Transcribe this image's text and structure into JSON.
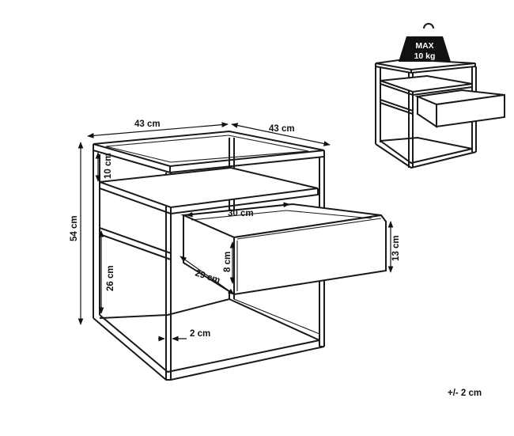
{
  "dimensions": {
    "width_left": "43 cm",
    "width_right": "43 cm",
    "height_total": "54 cm",
    "shelf_gap": "10 cm",
    "lower_height": "26 cm",
    "leg_width": "2 cm",
    "drawer_width": "30 cm",
    "drawer_depth": "29 cm",
    "drawer_inner_height": "8 cm",
    "drawer_front_height": "13 cm"
  },
  "weight": {
    "line1": "MAX",
    "line2": "10 kg",
    "icon": "weight-icon"
  },
  "tolerance": "+/- 2 cm"
}
